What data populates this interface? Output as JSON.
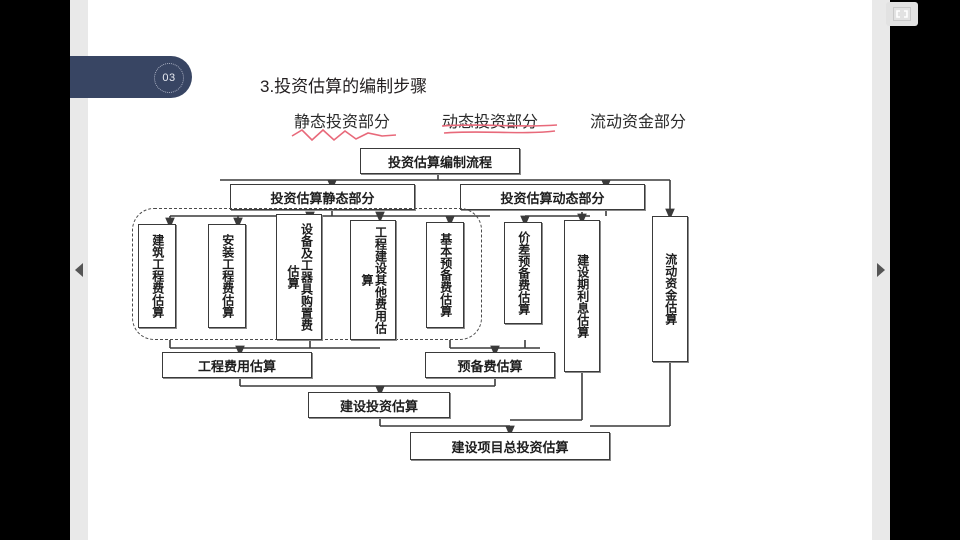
{
  "window": {
    "fullscreen_icon": "fullscreen-expand-icon",
    "prev_icon": "chevron-left-icon",
    "next_icon": "chevron-right-icon"
  },
  "header": {
    "badge_number": "03",
    "title": "3.投资估算的编制步骤",
    "sublabels": [
      "静态投资部分",
      "动态投资部分",
      "流动资金部分"
    ]
  },
  "annotations": {
    "zigzag_under": "静态投资部分",
    "double_underline_under": "动态投资部分",
    "ink_color": "#e8697a"
  },
  "flowchart": {
    "root": "投资估算编制流程",
    "branches": [
      {
        "label": "投资估算静态部分"
      },
      {
        "label": "投资估算动态部分"
      }
    ],
    "static_items": [
      "建筑工程费估算",
      "安装工程费估算",
      "设备及工器具购置费估算",
      "工程建设其他费用估算",
      "基本预备费估算"
    ],
    "dynamic_items": [
      "价差预备费估算",
      "建设期利息估算"
    ],
    "working_capital": "流动资金估算",
    "subtotals": [
      "工程费用估算",
      "预备费估算"
    ],
    "construction_total": "建设投资估算",
    "project_total": "建设项目总投资估算"
  }
}
